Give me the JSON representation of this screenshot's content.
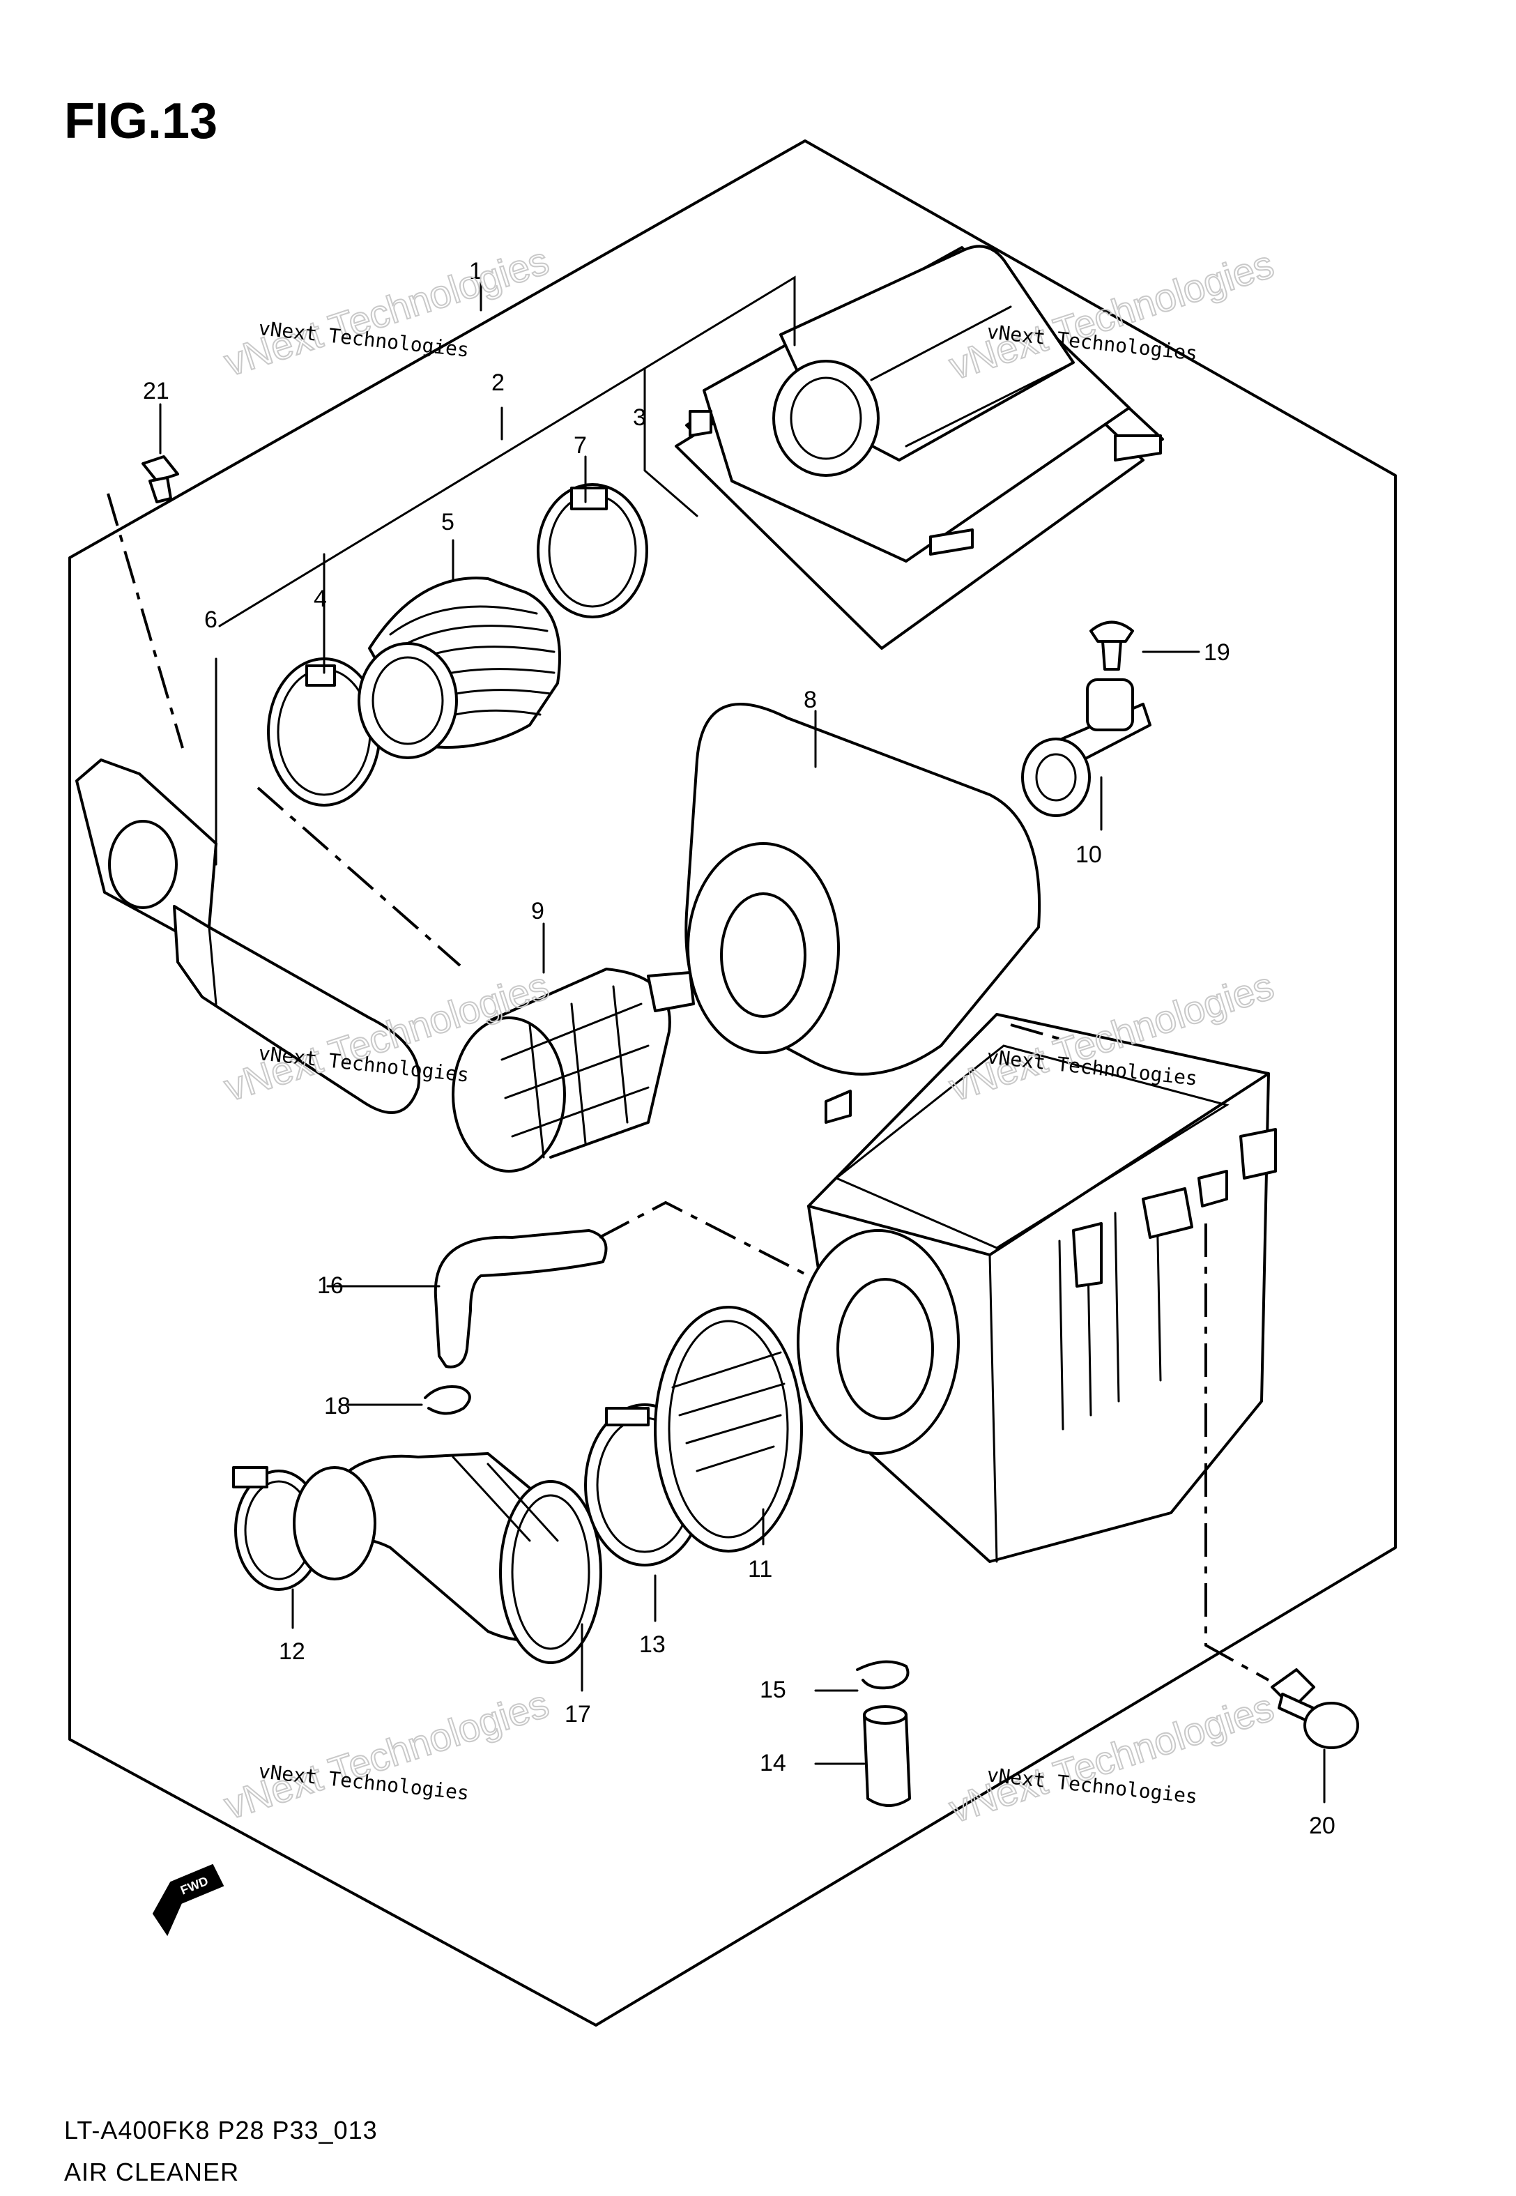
{
  "figure_title": "FIG.13",
  "footer": {
    "model_code": "LT-A400FK8 P28 P33_013",
    "section_name": "AIR CLEANER"
  },
  "direction_badge": "FWD",
  "watermark": {
    "line1": "vNext Technologies",
    "line2": "vNext Technologies"
  },
  "callouts": [
    "1",
    "2",
    "3",
    "4",
    "5",
    "6",
    "7",
    "8",
    "9",
    "10",
    "11",
    "12",
    "13",
    "14",
    "15",
    "16",
    "17",
    "18",
    "19",
    "20",
    "21"
  ]
}
